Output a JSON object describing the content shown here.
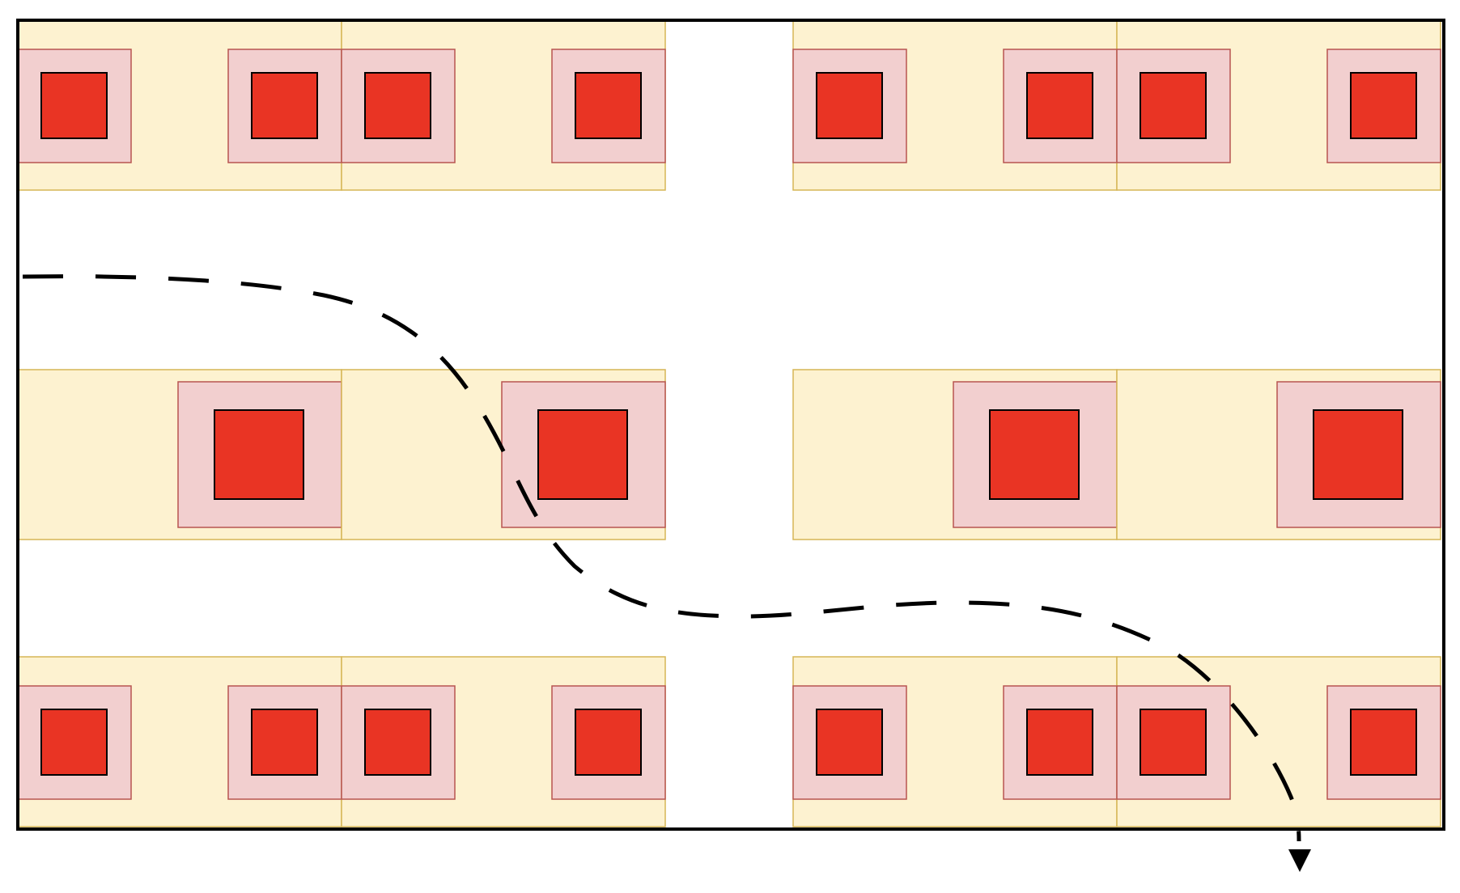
{
  "colors": {
    "background": "#ffffff",
    "frame_stroke": "#000000",
    "tile_fill": "#fdf2d0",
    "tile_stroke": "#d6b656",
    "halo_fill": "#f2cfcf",
    "halo_stroke": "#b85450",
    "core_fill": "#e93424",
    "core_stroke": "#000000",
    "path_stroke": "#000000"
  },
  "layout": {
    "groups": [
      "left",
      "right"
    ],
    "rows": [
      {
        "name": "top",
        "tile_type": "small-pair",
        "tiles_per_group": 2,
        "squares_per_tile": 2
      },
      {
        "name": "middle",
        "tile_type": "large-single",
        "tiles_per_group": 2,
        "squares_per_tile": 1
      },
      {
        "name": "bottom",
        "tile_type": "small-pair",
        "tiles_per_group": 2,
        "squares_per_tile": 2
      }
    ]
  },
  "path": {
    "style": "dashed",
    "arrow_head": "end",
    "arrow_direction": "down"
  }
}
